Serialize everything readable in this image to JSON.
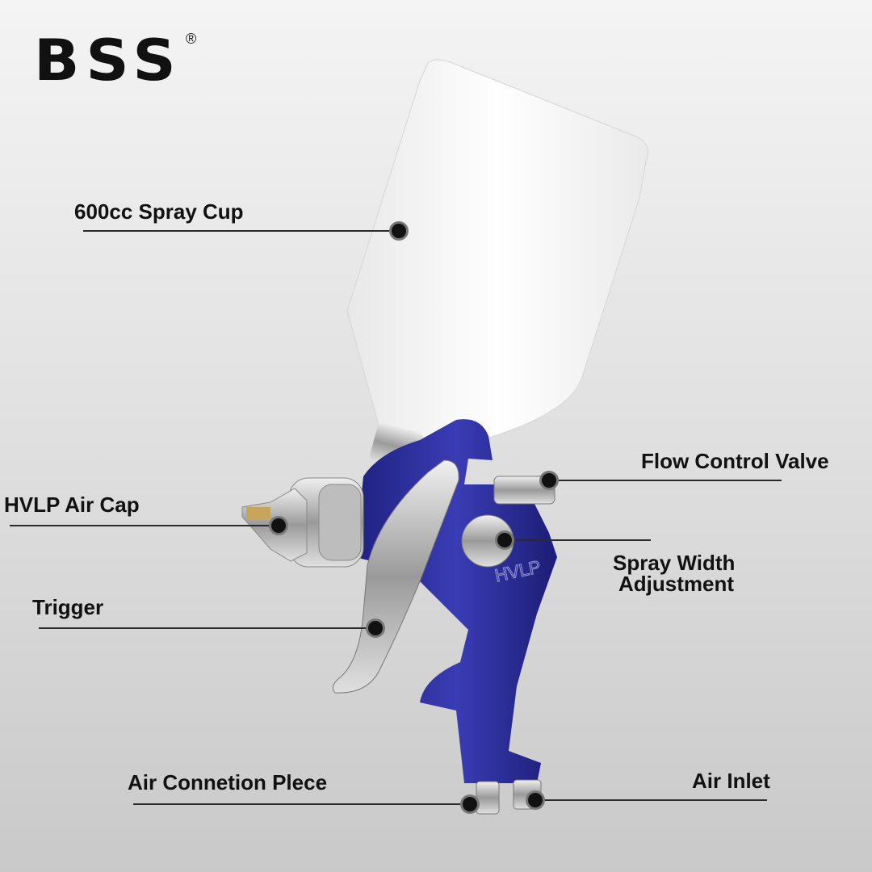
{
  "brand": {
    "name": "BSS",
    "registered": "®"
  },
  "callouts": {
    "spray_cup": "600cc Spray Cup",
    "flow_control_valve": "Flow Control Valve",
    "air_cap": "HVLP Air Cap",
    "spray_width_1": "Spray Width",
    "spray_width_2": "Adjustment",
    "trigger": "Trigger",
    "air_connection_piece": "Air Connetion Plece",
    "air_inlet": "Air Inlet"
  },
  "product": {
    "body_marking": "HVLP",
    "body_color": "#2e2f9c",
    "cup_color": "#f4f4f4"
  }
}
